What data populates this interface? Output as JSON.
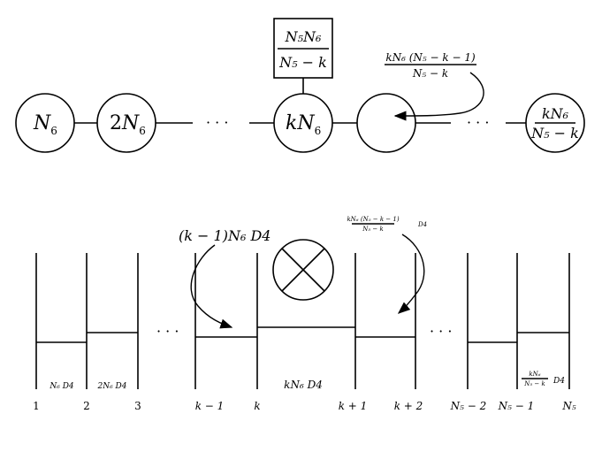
{
  "quiver": {
    "node_1": {
      "label": "N",
      "sub": "6"
    },
    "node_2": {
      "coef": "2",
      "label": "N",
      "sub": "6"
    },
    "dots_left": "· · ·",
    "node_k": {
      "coef": "k",
      "label": "N",
      "sub": "6"
    },
    "flavor_box": {
      "num": "N₅N₆",
      "den": "N₅ − k"
    },
    "arrow_label": {
      "num": "kN₆ (N₅ − k − 1)",
      "den": "N₅ − k"
    },
    "dots_right": "· · ·",
    "node_last": {
      "num": "kN₆",
      "den": "N₅ − k"
    }
  },
  "brane": {
    "dots_left": "· · ·",
    "dots_right": "· · ·",
    "label_left": "(k − 1)N₆ D4",
    "label_right": {
      "num": "kN₆ (N₅ − k − 1)",
      "den": "N₅ − k",
      "suffix": "D4"
    },
    "segment_labels": {
      "s1": "N₆ D4",
      "s2": "2N₆ D4",
      "s3": "kN₆ D4",
      "s4": {
        "num": "kN₆",
        "den": "N₅ − k",
        "suffix": "D4"
      }
    },
    "position_labels": [
      "1",
      "2",
      "3",
      "k − 1",
      "k",
      "k + 1",
      "k + 2",
      "N₅ − 2",
      "N₅ − 1",
      "N₅"
    ]
  }
}
